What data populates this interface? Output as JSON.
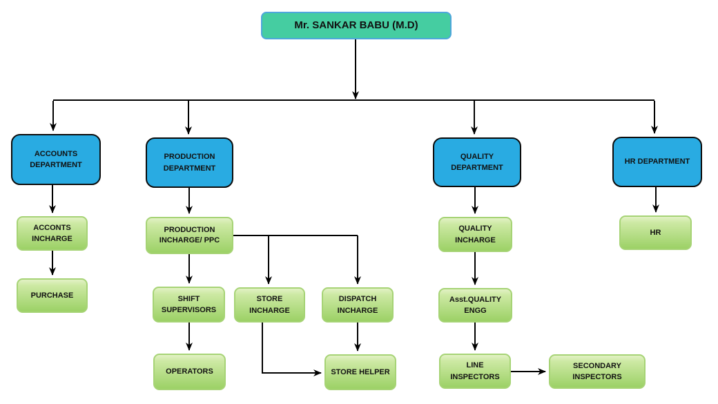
{
  "diagram": {
    "type": "org-chart",
    "nodes": {
      "md": {
        "label": "Mr. SANKAR BABU (M.D)",
        "role": "executive"
      },
      "accounts_dept": {
        "label": "ACCOUNTS DEPARTMENT",
        "role": "department"
      },
      "production_dept": {
        "label": "PRODUCTION DEPARTMENT",
        "role": "department"
      },
      "quality_dept": {
        "label": "QUALITY DEPARTMENT",
        "role": "department"
      },
      "hr_dept": {
        "label": "HR DEPARTMENT",
        "role": "department"
      },
      "acconts_incharge": {
        "label": "ACCONTS INCHARGE",
        "role": "staff"
      },
      "purchase": {
        "label": "PURCHASE",
        "role": "staff"
      },
      "production_incharge": {
        "label": "PRODUCTION INCHARGE/ PPC",
        "role": "staff"
      },
      "shift_supervisors": {
        "label": "SHIFT SUPERVISORS",
        "role": "staff"
      },
      "store_incharge": {
        "label": "STORE INCHARGE",
        "role": "staff"
      },
      "dispatch_incharge": {
        "label": "DISPATCH INCHARGE",
        "role": "staff"
      },
      "operators": {
        "label": "OPERATORS",
        "role": "staff"
      },
      "store_helper": {
        "label": "STORE HELPER",
        "role": "staff"
      },
      "quality_incharge": {
        "label": "QUALITY INCHARGE",
        "role": "staff"
      },
      "asst_quality_engg": {
        "label": "Asst.QUALITY ENGG",
        "role": "staff"
      },
      "line_inspectors": {
        "label": "LINE INSPECTORS",
        "role": "staff"
      },
      "secondary_inspectors": {
        "label": "SECONDARY INSPECTORS",
        "role": "staff"
      },
      "hr": {
        "label": "HR",
        "role": "staff"
      }
    },
    "edges": [
      {
        "from": "md",
        "to": "accounts_dept"
      },
      {
        "from": "md",
        "to": "production_dept"
      },
      {
        "from": "md",
        "to": "quality_dept"
      },
      {
        "from": "md",
        "to": "hr_dept"
      },
      {
        "from": "accounts_dept",
        "to": "acconts_incharge"
      },
      {
        "from": "acconts_incharge",
        "to": "purchase"
      },
      {
        "from": "production_dept",
        "to": "production_incharge"
      },
      {
        "from": "production_incharge",
        "to": "shift_supervisors"
      },
      {
        "from": "production_incharge",
        "to": "store_incharge"
      },
      {
        "from": "production_incharge",
        "to": "dispatch_incharge"
      },
      {
        "from": "shift_supervisors",
        "to": "operators"
      },
      {
        "from": "store_incharge",
        "to": "store_helper"
      },
      {
        "from": "dispatch_incharge",
        "to": "store_helper"
      },
      {
        "from": "quality_dept",
        "to": "quality_incharge"
      },
      {
        "from": "quality_incharge",
        "to": "asst_quality_engg"
      },
      {
        "from": "asst_quality_engg",
        "to": "line_inspectors"
      },
      {
        "from": "line_inspectors",
        "to": "secondary_inspectors"
      },
      {
        "from": "hr_dept",
        "to": "hr"
      }
    ],
    "colors": {
      "executive_fill": "#45cda1",
      "executive_border": "#4ea6dc",
      "department_fill": "#29abe2",
      "department_border": "#0b0b0b",
      "staff_fill_top": "#d8eeb4",
      "staff_fill_bottom": "#9cd166",
      "staff_border": "#a6d375",
      "connector": "#000000",
      "background": "#ffffff",
      "text": "#111111"
    }
  }
}
